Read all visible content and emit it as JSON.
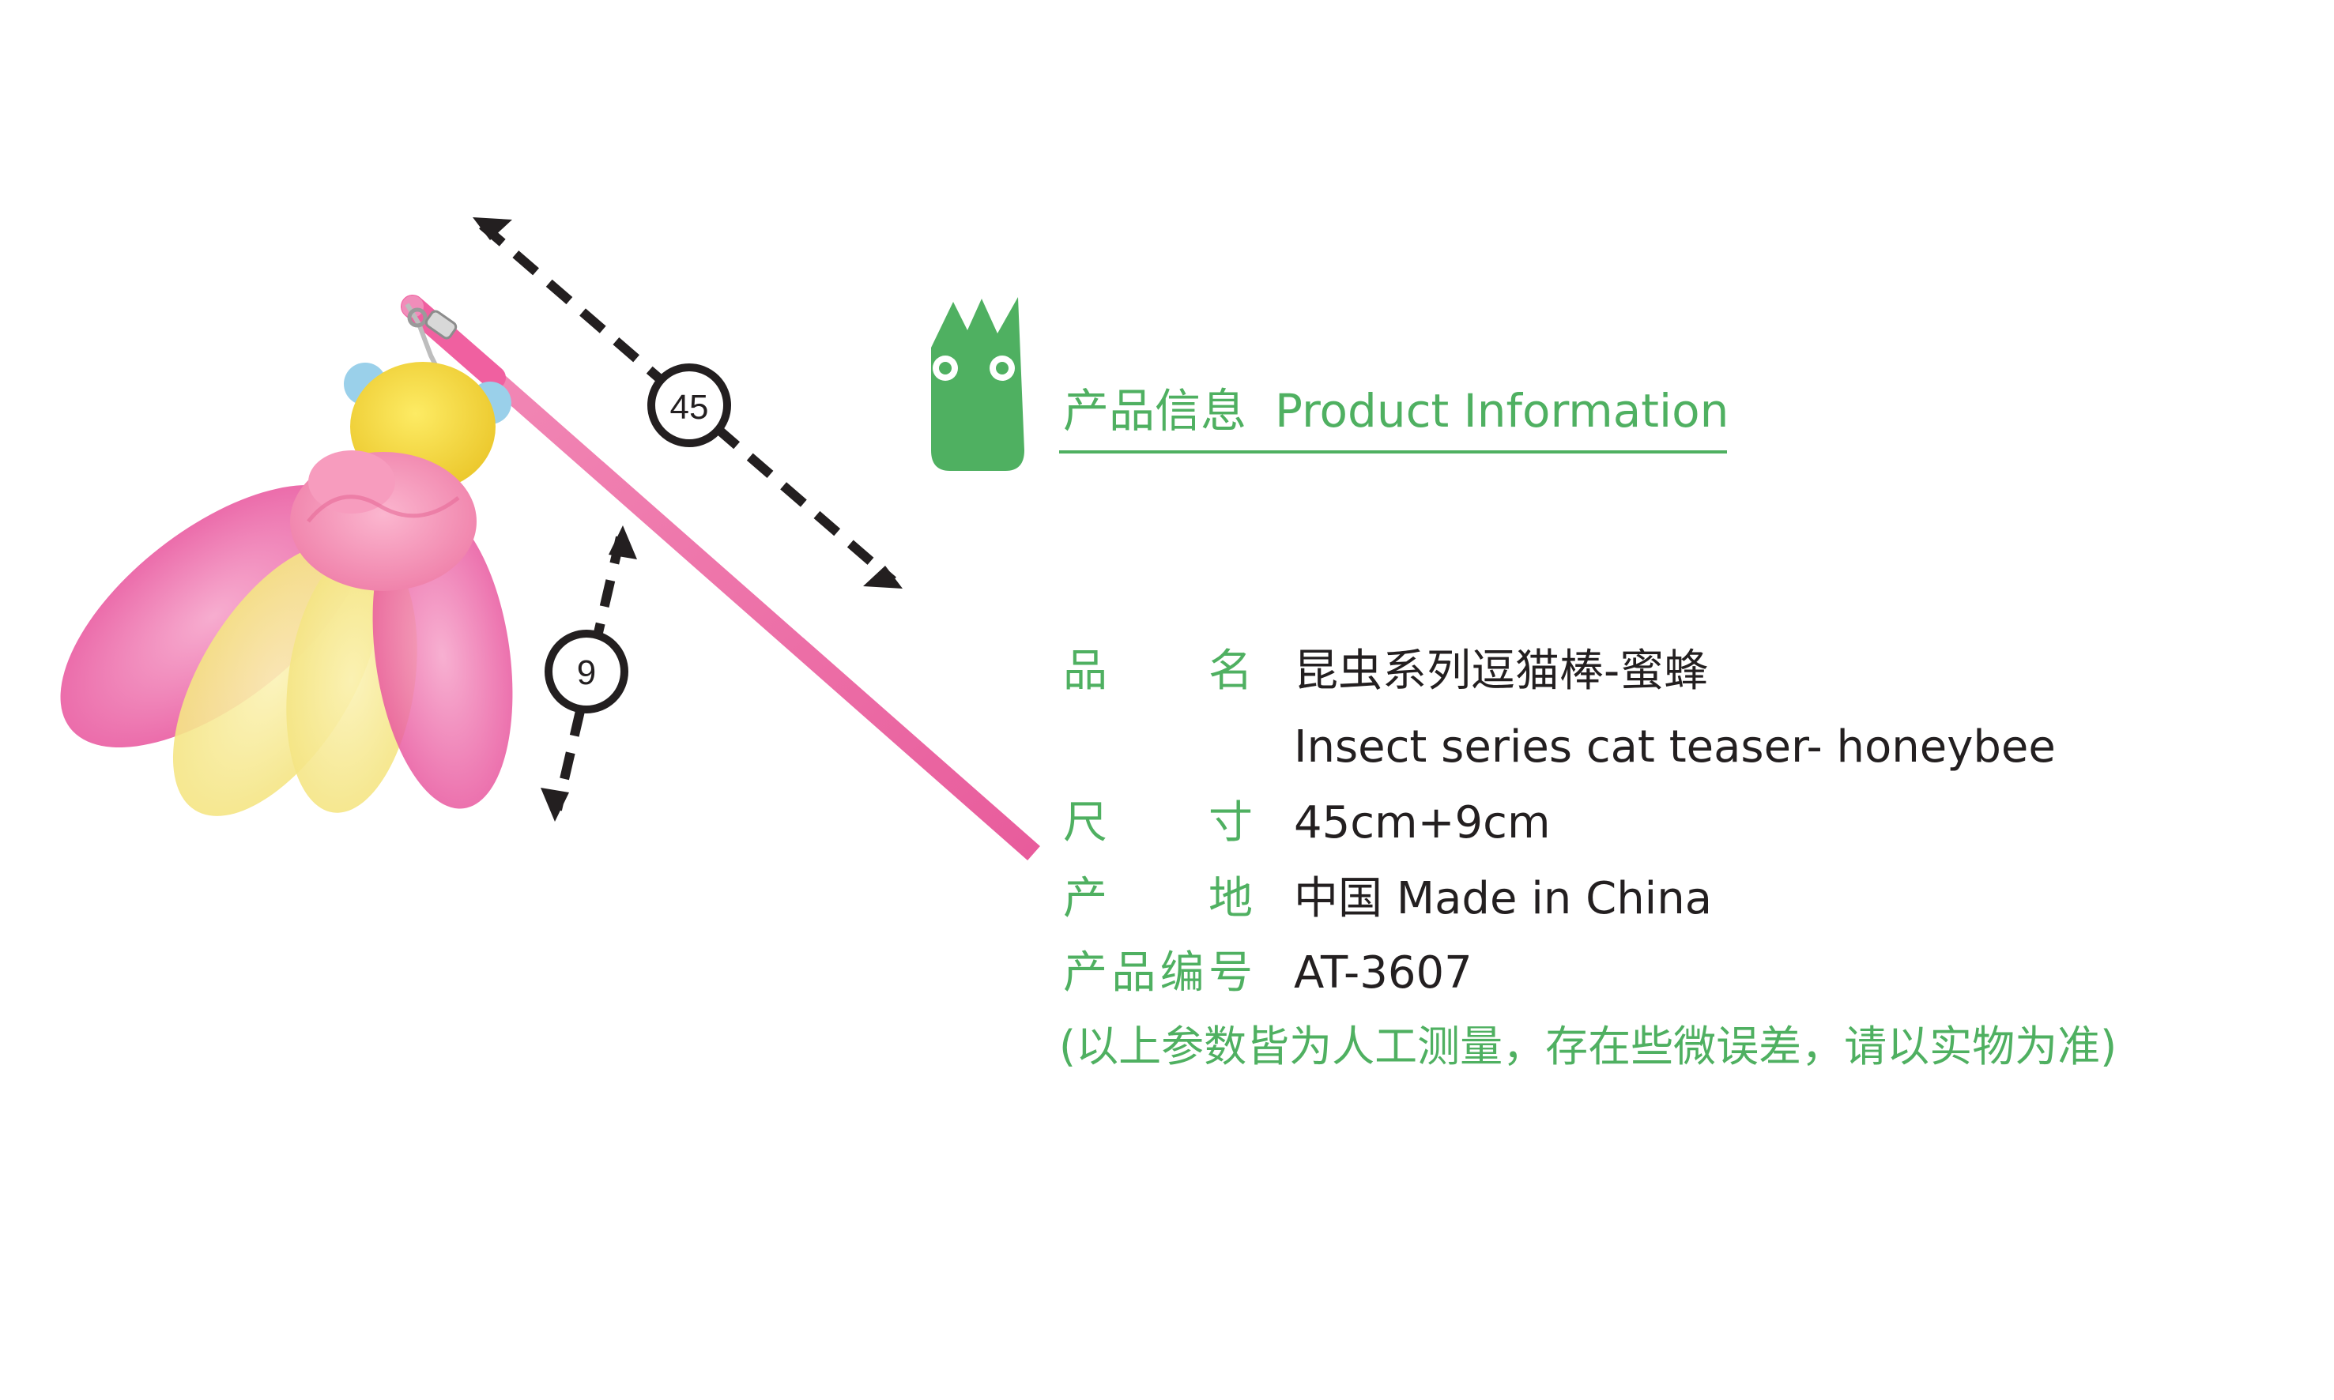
{
  "dimension_labels": {
    "length": "45",
    "height": "9"
  },
  "heading": {
    "zh": "产品信息",
    "en": "Product Information"
  },
  "specs": {
    "name": {
      "label": "品　　名",
      "value_zh": "昆虫系列逗猫棒-蜜蜂",
      "value_en": "Insect series cat teaser- honeybee"
    },
    "size": {
      "label": "尺　　寸",
      "value": "45cm+9cm"
    },
    "origin": {
      "label": "产　　地",
      "value": "中国 Made in China"
    },
    "code": {
      "label": "产品编号",
      "value": "AT-3607"
    }
  },
  "note": "(以上参数皆为人工测量，存在些微误差，请以实物为准)",
  "colors": {
    "accent_green": "#4fb061",
    "text_dark": "#231f20",
    "wand_pink": "#ec6fa6",
    "bee_yellow": "#f7e04b"
  },
  "icons": {
    "logo": "green-cat-logo-icon"
  }
}
